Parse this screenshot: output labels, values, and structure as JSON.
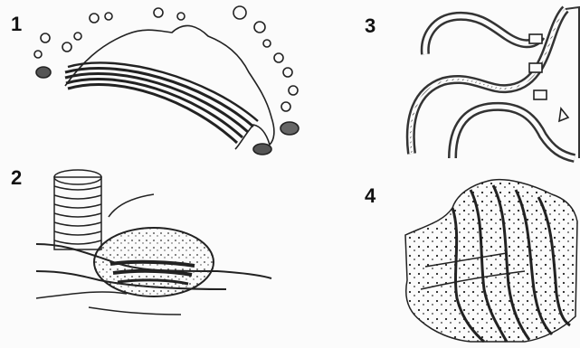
{
  "figure": {
    "panels": [
      {
        "label": "1",
        "icon": "golgi-apparatus-icon"
      },
      {
        "label": "2",
        "icon": "mitochondrion-and-centriole-icon"
      },
      {
        "label": "3",
        "icon": "nuclear-envelope-icon"
      },
      {
        "label": "4",
        "icon": "rough-endoplasmic-reticulum-icon"
      }
    ],
    "ink_color": "#222222",
    "paper_color": "#fbfbfb"
  }
}
